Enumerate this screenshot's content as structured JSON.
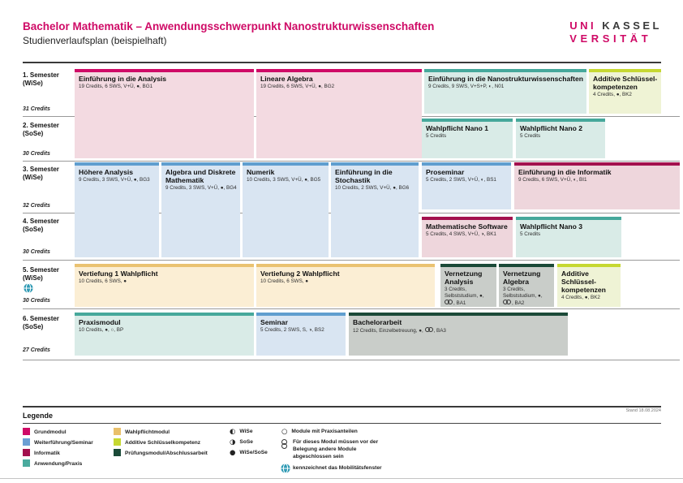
{
  "header": {
    "title": "Bachelor Mathematik – Anwendungsschwerpunkt Nanostrukturwissenschaften",
    "subtitle": "Studienverlaufsplan (beispielhaft)",
    "logo": {
      "uni": "UNI",
      "kassel": "KASSEL",
      "versitat": "VERSITÄT"
    }
  },
  "footnote": "Stand 18.08.2024",
  "icons": {
    "wise": "◐",
    "sose": "◑",
    "wise_sose": "●",
    "praxis": "○"
  },
  "colors": {
    "brand": "#cf0a66",
    "grundmodul": "#cf0a66",
    "weiterfuehrung": "#6b9fd4",
    "informatik": "#a3114e",
    "anwendung": "#4aab9e",
    "wahlpflicht": "#e9c06b",
    "additive": "#c6d832",
    "pruefung": "#1b4a38"
  },
  "semesters": [
    {
      "name": "1. Semester",
      "term": "(WiSe)",
      "credits": "31 Credits"
    },
    {
      "name": "2. Semester",
      "term": "(SoSe)",
      "credits": "30 Credits"
    },
    {
      "name": "3. Semester",
      "term": "(WiSe)",
      "credits": "32 Credits"
    },
    {
      "name": "4. Semester",
      "term": "(SoSe)",
      "credits": "30 Credits"
    },
    {
      "name": "5. Semester",
      "term": "(WiSe)",
      "credits": "30 Credits"
    },
    {
      "name": "6. Semester",
      "term": "(SoSe)",
      "credits": "27 Credits"
    }
  ],
  "modules": {
    "analysis": {
      "title": "Einführung in die Analysis",
      "info": "19 Credits, 6 SWS, V+Ü, ●, BG1"
    },
    "linalg": {
      "title": "Lineare Algebra",
      "info": "19 Credits, 6 SWS, V+Ü, ●, BG2"
    },
    "nano_intro": {
      "title": "Einführung in die Nanostrukturwissenschaften",
      "info": "9 Credits, 9 SWS, V+S+P, ◐, N01"
    },
    "additive1": {
      "title": "Additive Schlüssel- kompetenzen",
      "info": "4 Credits, ●, BK2"
    },
    "nano1": {
      "title": "Wahlpflicht Nano 1",
      "info": "5 Credits"
    },
    "nano2": {
      "title": "Wahlpflicht Nano 2",
      "info": "5 Credits"
    },
    "hoehere": {
      "title": "Höhere Analysis",
      "info": "9 Credits, 3 SWS, V+Ü, ●, BG3"
    },
    "adm": {
      "title": "Algebra und Diskrete Mathematik",
      "info": "9 Credits, 3 SWS, V+Ü, ●, BG4"
    },
    "numerik": {
      "title": "Numerik",
      "info": "10 Credits, 3 SWS, V+Ü, ●, BG5"
    },
    "stochastik": {
      "title": "Einführung in die Stochastik",
      "info": "10 Credits, 2 SWS, V+Ü, ●, BG6"
    },
    "proseminar": {
      "title": "Proseminar",
      "info": "5 Credits, 2 SWS, V+Ü, ◐, BS1"
    },
    "informatik": {
      "title": "Einführung in die Informatik",
      "info": "9 Credits, 6 SWS, V+Ü, ◐, BI1"
    },
    "mathsoft": {
      "title": "Mathematische Software",
      "info": "5 Credits, 4 SWS, V+Ü, ◑, BK1"
    },
    "nano3": {
      "title": "Wahlpflicht Nano 3",
      "info": "5 Credits"
    },
    "vert1": {
      "title": "Vertiefung 1 Wahlpflicht",
      "info": "10 Credits, 6 SWS, ●"
    },
    "vert2": {
      "title": "Vertiefung 2 Wahlpflicht",
      "info": "10 Credits, 6 SWS, ●"
    },
    "vern_analysis": {
      "title": "Vernetzung Analysis",
      "info_pre": "3 Credits, Selbststudium, ●, ",
      "info_post": ", BA1"
    },
    "vern_algebra": {
      "title": "Vernetzung Algebra",
      "info_pre": "3 Credits, Selbststudium, ●, ",
      "info_post": ", BA2"
    },
    "additive2": {
      "title": "Additive Schlüssel- kompetenzen",
      "info": "4 Credits, ●, BK2"
    },
    "praxis": {
      "title": "Praxismodul",
      "info": "10 Credits, ●, ○, BP"
    },
    "seminar": {
      "title": "Seminar",
      "info": "5 Credits, 2 SWS, S, ◑, BS2"
    },
    "bachelor": {
      "title": "Bachelorarbeit",
      "info_pre": "12 Credits, Einzelbetreuung, ●, ",
      "info_post": ", BA3"
    }
  },
  "legend": {
    "title": "Legende",
    "categories": [
      {
        "label": "Grundmodul",
        "color": "grundmodul"
      },
      {
        "label": "Weiterführung/Seminar",
        "color": "weiterfuehrung"
      },
      {
        "label": "Informatik",
        "color": "informatik"
      },
      {
        "label": "Anwendung/Praxis",
        "color": "anwendung"
      },
      {
        "label": "Wahlpflichtmodul",
        "color": "wahlpflicht"
      },
      {
        "label": "Additive Schlüsselkompetenz",
        "color": "additive"
      },
      {
        "label": "Prüfungsmodul/Abschlussarbeit",
        "color": "pruefung"
      }
    ],
    "terms": [
      {
        "icon": "wise",
        "label": "WiSe"
      },
      {
        "icon": "sose",
        "label": "SoSe"
      },
      {
        "icon": "wise_sose",
        "label": "WiSe/SoSe"
      }
    ],
    "notes": {
      "praxis": "Module mit Praxisanteilen",
      "chain": "Für dieses Modul müssen vor der Belegung andere Module abgeschlossen sein",
      "globe": "kennzeichnet das Mobilitätsfenster"
    }
  }
}
